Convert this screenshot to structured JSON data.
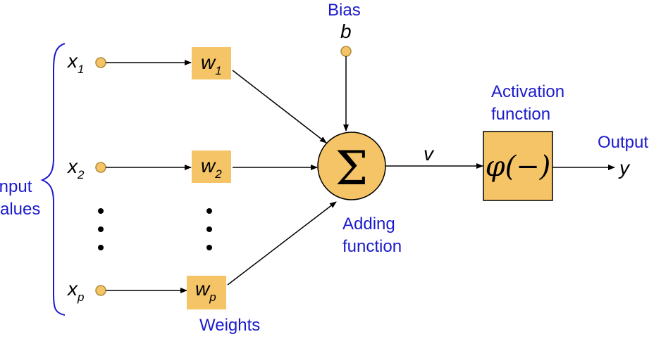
{
  "labels": {
    "bias": "Bias",
    "bias_symbol": "b",
    "input_values_line1": "Input",
    "input_values_line2": "values",
    "weights": "Weights",
    "adding_function_line1": "Adding",
    "adding_function_line2": "function",
    "activation_function_line1": "Activation",
    "activation_function_line2": "function",
    "output": "Output",
    "output_symbol": "y",
    "v_symbol": "v",
    "sum_symbol": "Σ",
    "activation_symbol": "φ(−)"
  },
  "inputs": [
    {
      "var": "x",
      "sub": "1"
    },
    {
      "var": "x",
      "sub": "2"
    },
    {
      "var": "x",
      "sub": "p"
    }
  ],
  "weights": [
    {
      "var": "w",
      "sub": "1"
    },
    {
      "var": "w",
      "sub": "2"
    },
    {
      "var": "w",
      "sub": "p"
    }
  ],
  "colors": {
    "node_fill": "#f5c466",
    "node_stroke": "#c9a64a",
    "label_blue": "#1a1acc",
    "line": "#000000"
  }
}
